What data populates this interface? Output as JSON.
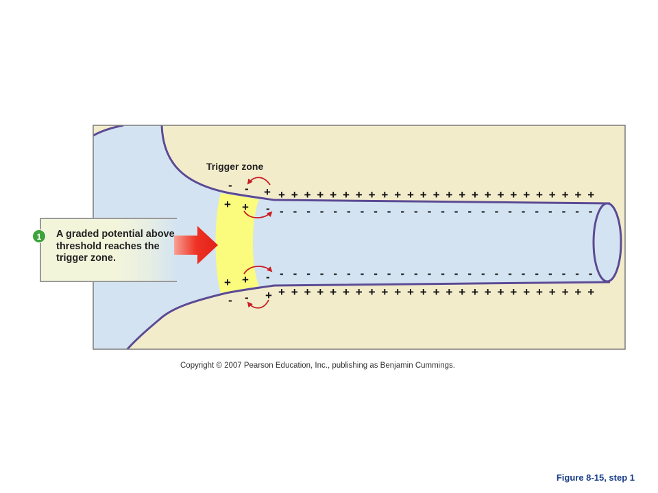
{
  "figure": {
    "trigger_zone_label": "Trigger zone",
    "step_number": "1",
    "step_text": "A graded potential above threshold reaches the trigger zone.",
    "copyright": "Copyright © 2007 Pearson Education, Inc., publishing as Benjamin Cummings.",
    "caption": "Figure 8-15, step 1"
  },
  "charges": {
    "outside_symbol": "+",
    "inside_symbol": "-",
    "trigger_outside_symbol": "-",
    "trigger_inside_symbol": "+"
  },
  "colors": {
    "extracellular": "#f3eccb",
    "cytoplasm": "#d3e3f1",
    "membrane": "#5b4a94",
    "trigger_zone": "#fbfb7e",
    "arrow": "#c81e24",
    "graded_potential_arrow": "#ee3224",
    "badge": "#3ea33a"
  }
}
